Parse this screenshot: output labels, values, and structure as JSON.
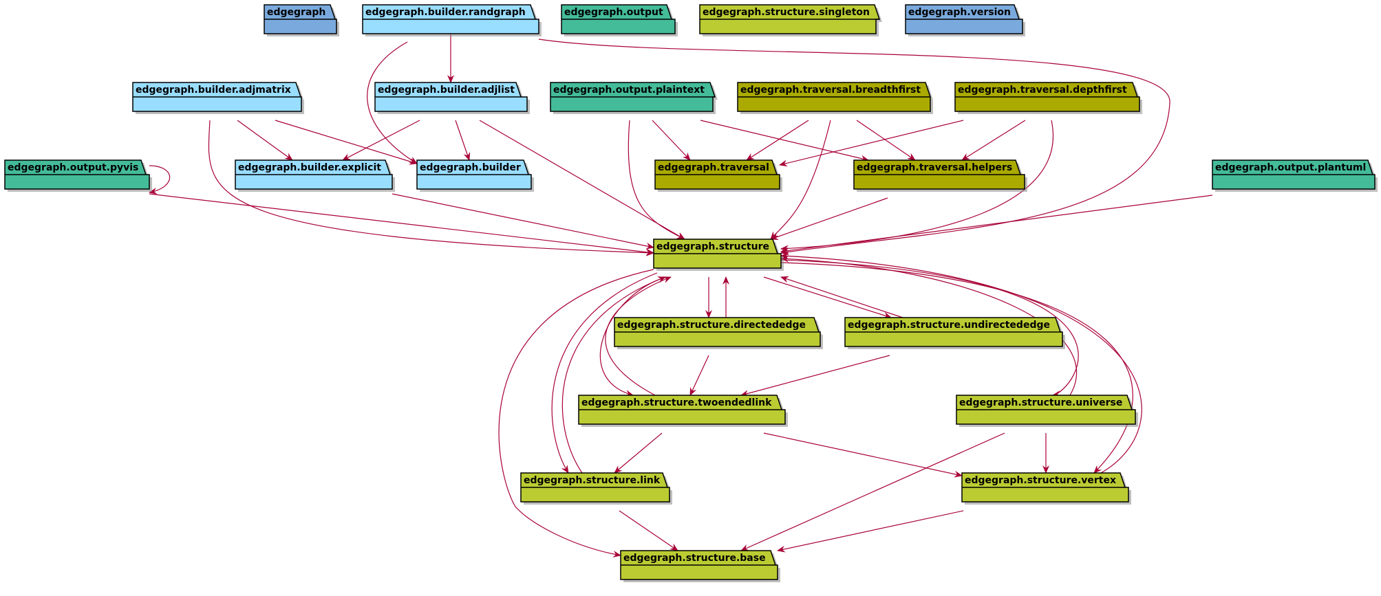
{
  "colors": {
    "edge": "#A80036",
    "pkg_blue": "#7AAADD",
    "pkg_light_blue": "#99DDFF",
    "pkg_teal": "#44BB99",
    "pkg_olive": "#AAAA00",
    "pkg_lime": "#BBCC33",
    "outline": "#000000",
    "shadow": "#8a8a8a"
  },
  "packages": {
    "edgegraph": {
      "label": "edgegraph",
      "color": "pkg_blue"
    },
    "randgraph": {
      "label": "edgegraph.builder.randgraph",
      "color": "pkg_light_blue"
    },
    "output": {
      "label": "edgegraph.output",
      "color": "pkg_teal"
    },
    "singleton": {
      "label": "edgegraph.structure.singleton",
      "color": "pkg_lime"
    },
    "version": {
      "label": "edgegraph.version",
      "color": "pkg_blue"
    },
    "adjmatrix": {
      "label": "edgegraph.builder.adjmatrix",
      "color": "pkg_light_blue"
    },
    "adjlist": {
      "label": "edgegraph.builder.adjlist",
      "color": "pkg_light_blue"
    },
    "plaintext": {
      "label": "edgegraph.output.plaintext",
      "color": "pkg_teal"
    },
    "breadthfirst": {
      "label": "edgegraph.traversal.breadthfirst",
      "color": "pkg_olive"
    },
    "depthfirst": {
      "label": "edgegraph.traversal.depthfirst",
      "color": "pkg_olive"
    },
    "pyvis": {
      "label": "edgegraph.output.pyvis",
      "color": "pkg_teal"
    },
    "explicit": {
      "label": "edgegraph.builder.explicit",
      "color": "pkg_light_blue"
    },
    "builder": {
      "label": "edgegraph.builder",
      "color": "pkg_light_blue"
    },
    "traversal": {
      "label": "edgegraph.traversal",
      "color": "pkg_olive"
    },
    "helpers": {
      "label": "edgegraph.traversal.helpers",
      "color": "pkg_olive"
    },
    "plantuml": {
      "label": "edgegraph.output.plantuml",
      "color": "pkg_teal"
    },
    "structure": {
      "label": "edgegraph.structure",
      "color": "pkg_lime"
    },
    "directededge": {
      "label": "edgegraph.structure.directededge",
      "color": "pkg_lime"
    },
    "undirectededge": {
      "label": "edgegraph.structure.undirectededge",
      "color": "pkg_lime"
    },
    "twoendedlink": {
      "label": "edgegraph.structure.twoendedlink",
      "color": "pkg_lime"
    },
    "universe": {
      "label": "edgegraph.structure.universe",
      "color": "pkg_lime"
    },
    "link": {
      "label": "edgegraph.structure.link",
      "color": "pkg_lime"
    },
    "vertex": {
      "label": "edgegraph.structure.vertex",
      "color": "pkg_lime"
    },
    "base": {
      "label": "edgegraph.structure.base",
      "color": "pkg_lime"
    }
  },
  "dependencies": [
    {
      "from": "randgraph",
      "to": "adjlist"
    },
    {
      "from": "randgraph",
      "to": "builder"
    },
    {
      "from": "randgraph",
      "to": "structure"
    },
    {
      "from": "adjmatrix",
      "to": "explicit"
    },
    {
      "from": "adjmatrix",
      "to": "builder"
    },
    {
      "from": "adjmatrix",
      "to": "structure"
    },
    {
      "from": "adjlist",
      "to": "explicit"
    },
    {
      "from": "adjlist",
      "to": "builder"
    },
    {
      "from": "adjlist",
      "to": "structure"
    },
    {
      "from": "plaintext",
      "to": "traversal"
    },
    {
      "from": "plaintext",
      "to": "helpers"
    },
    {
      "from": "plaintext",
      "to": "structure"
    },
    {
      "from": "breadthfirst",
      "to": "traversal"
    },
    {
      "from": "breadthfirst",
      "to": "helpers"
    },
    {
      "from": "breadthfirst",
      "to": "structure"
    },
    {
      "from": "depthfirst",
      "to": "traversal"
    },
    {
      "from": "depthfirst",
      "to": "helpers"
    },
    {
      "from": "depthfirst",
      "to": "structure"
    },
    {
      "from": "pyvis",
      "to": "pyvis"
    },
    {
      "from": "pyvis",
      "to": "structure"
    },
    {
      "from": "explicit",
      "to": "structure"
    },
    {
      "from": "helpers",
      "to": "structure"
    },
    {
      "from": "plantuml",
      "to": "structure"
    },
    {
      "from": "structure",
      "to": "directededge"
    },
    {
      "from": "directededge",
      "to": "structure"
    },
    {
      "from": "structure",
      "to": "undirectededge"
    },
    {
      "from": "undirectededge",
      "to": "structure"
    },
    {
      "from": "structure",
      "to": "twoendedlink"
    },
    {
      "from": "twoendedlink",
      "to": "structure"
    },
    {
      "from": "structure",
      "to": "universe"
    },
    {
      "from": "universe",
      "to": "structure"
    },
    {
      "from": "structure",
      "to": "link"
    },
    {
      "from": "link",
      "to": "structure"
    },
    {
      "from": "structure",
      "to": "vertex"
    },
    {
      "from": "vertex",
      "to": "structure"
    },
    {
      "from": "structure",
      "to": "base"
    },
    {
      "from": "directededge",
      "to": "twoendedlink"
    },
    {
      "from": "undirectededge",
      "to": "twoendedlink"
    },
    {
      "from": "twoendedlink",
      "to": "link"
    },
    {
      "from": "twoendedlink",
      "to": "vertex"
    },
    {
      "from": "universe",
      "to": "vertex"
    },
    {
      "from": "universe",
      "to": "base"
    },
    {
      "from": "link",
      "to": "base"
    },
    {
      "from": "vertex",
      "to": "base"
    }
  ]
}
